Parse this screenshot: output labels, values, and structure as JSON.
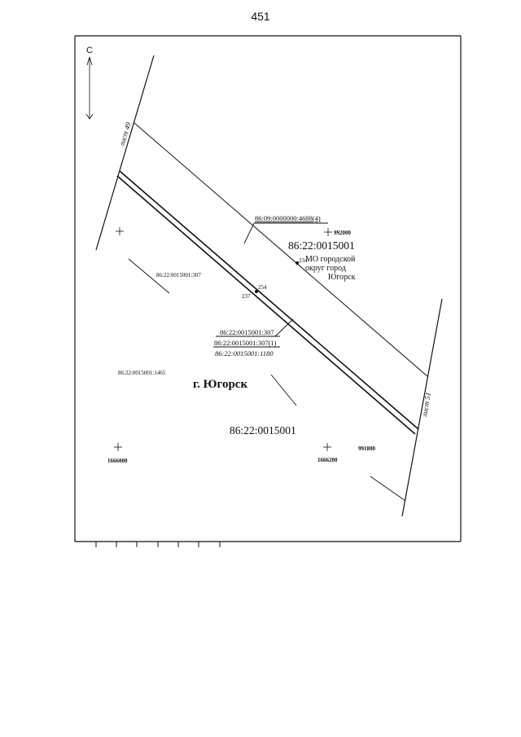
{
  "page_number": "451",
  "north_arrow": {
    "label": "С"
  },
  "sheets": {
    "left": "лист 49",
    "right": "лист 51"
  },
  "strip_label": "86:09:0000000:4688(4)",
  "block_label_upper": "86:22:0015001",
  "municipality": [
    "МО городской",
    "округ город",
    "Югорск"
  ],
  "parcel_labels": {
    "p307_left": "86:22:0015001:307",
    "p1465": "86:22:0015001:1465"
  },
  "callout": [
    "86:22:0015001:307",
    "86:22:0015001:307(1)",
    "86:22:0015001:1180"
  ],
  "points": {
    "p234": "234",
    "p254": "254",
    "p237": "237"
  },
  "city": "г. Югорск",
  "block_label_lower": "86:22:0015001",
  "grid_labels": {
    "y992000": "992000",
    "y991800": "991800",
    "x1666000": "1666000",
    "x1666200": "1666200"
  }
}
